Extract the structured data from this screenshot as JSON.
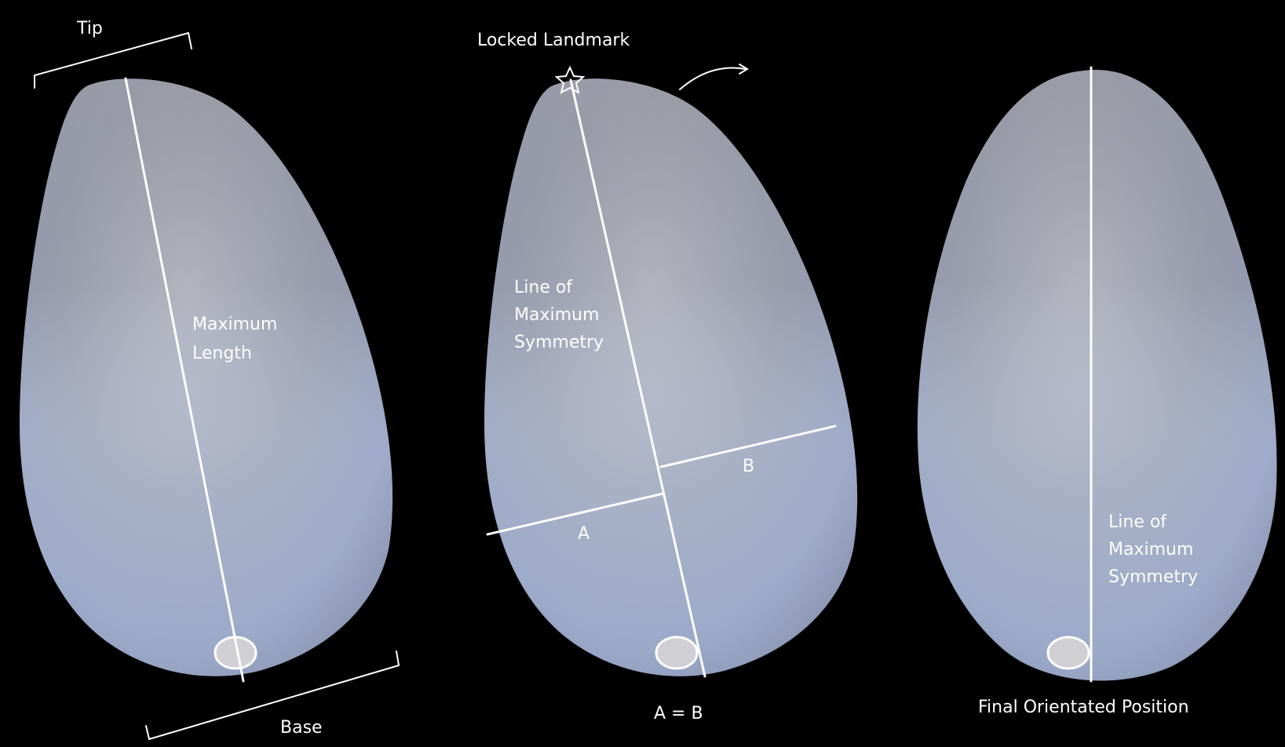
{
  "panels": [
    {
      "id": "left",
      "labels": {
        "tip": "Tip",
        "base": "Base",
        "measure_line1": "Maximum",
        "measure_line2": "Length"
      }
    },
    {
      "id": "middle",
      "labels": {
        "landmark": "Locked Landmark",
        "symmetry_line1": "Line of",
        "symmetry_line2": "Maximum",
        "symmetry_line3": "Symmetry",
        "width_a": "A",
        "width_b": "B",
        "equality": "A = B"
      }
    },
    {
      "id": "right",
      "labels": {
        "symmetry_line1": "Line of",
        "symmetry_line2": "Maximum",
        "symmetry_line3": "Symmetry",
        "caption": "Final Orientated Position"
      }
    }
  ],
  "colors": {
    "background": "#000000",
    "annotation": "#ffffff",
    "stone_light": "#c3c9d6",
    "stone_mid": "#98a1b6",
    "stone_dark": "#6e6e7c"
  },
  "icons": {
    "landmark": "star-icon",
    "rotation": "curved-arrow-icon"
  }
}
